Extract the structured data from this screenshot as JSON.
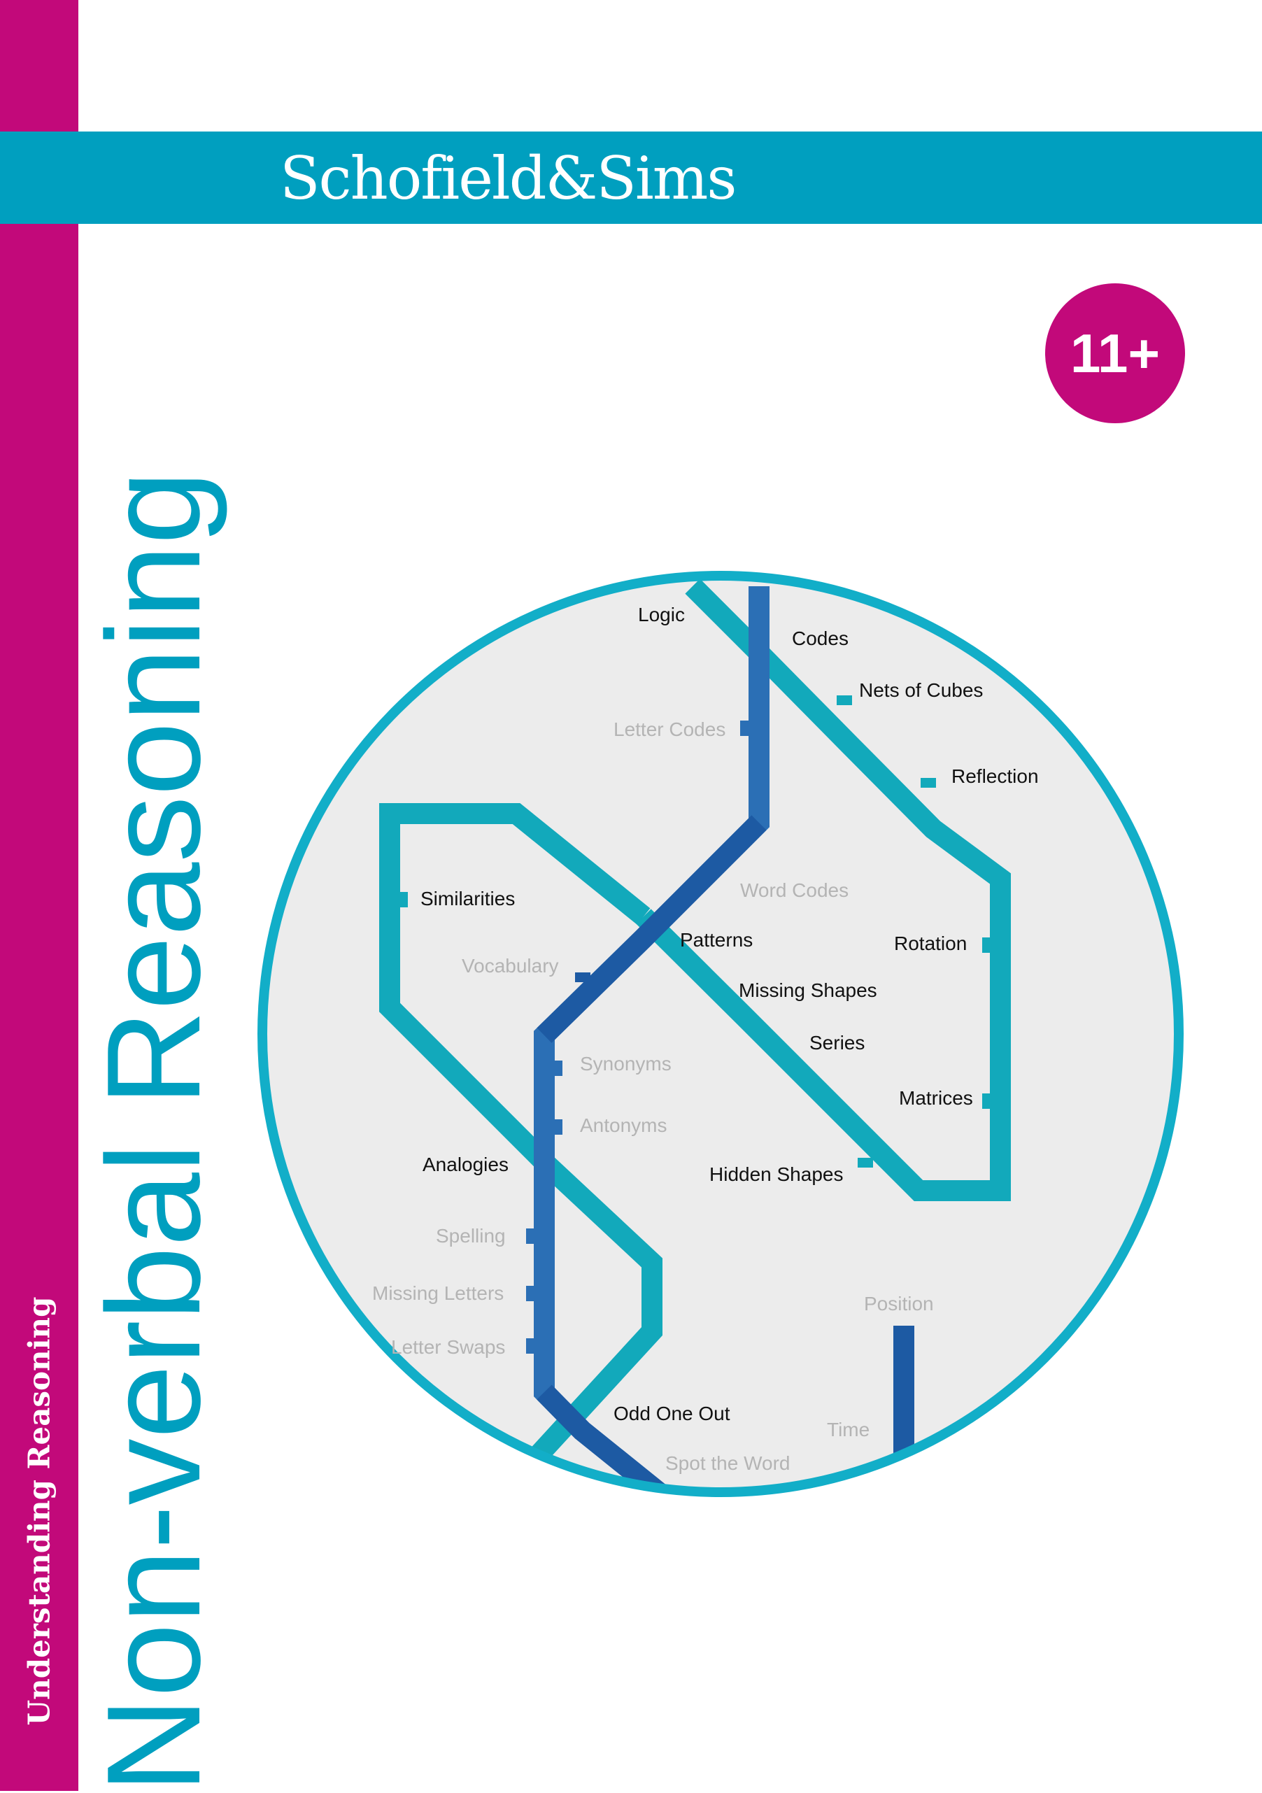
{
  "publisher": "Schofield&Sims",
  "level_badge": "11+",
  "title": "Non-verbal Reasoning",
  "series": "Understanding Reasoning",
  "colors": {
    "magenta": "#c2097a",
    "teal": "#009fbf",
    "turquoise": "#12a9bb",
    "blue": "#2b6fb5",
    "circle_fill": "#ececec"
  },
  "map_labels": {
    "logic": "Logic",
    "codes": "Codes",
    "nets_of_cubes": "Nets of Cubes",
    "letter_codes": "Letter Codes",
    "reflection": "Reflection",
    "word_codes": "Word Codes",
    "similarities": "Similarities",
    "patterns": "Patterns",
    "rotation": "Rotation",
    "vocabulary": "Vocabulary",
    "missing_shapes": "Missing Shapes",
    "series": "Series",
    "synonyms": "Synonyms",
    "matrices": "Matrices",
    "antonyms": "Antonyms",
    "analogies": "Analogies",
    "hidden_shapes": "Hidden Shapes",
    "spelling": "Spelling",
    "missing_letters": "Missing Letters",
    "position": "Position",
    "letter_swaps": "Letter Swaps",
    "time": "Time",
    "odd_one_out": "Odd One Out",
    "spot_the_word": "Spot the Word"
  }
}
